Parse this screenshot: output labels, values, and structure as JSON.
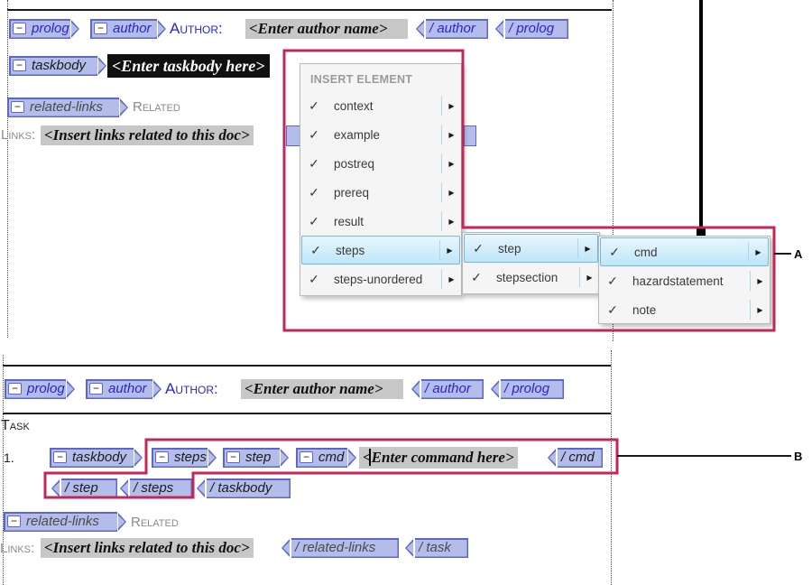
{
  "icons": {
    "check": "✓",
    "submenu_arrow": "▶",
    "collapse_minus": "−"
  },
  "callouts": {
    "a": "A",
    "b": "B"
  },
  "colors": {
    "annotation_pink": "#c12859",
    "tag_fill": "#b4bde9",
    "tag_border": "#5d66c9",
    "menu_highlight_border": "#76b6e0",
    "selected_text_bg": "#101010",
    "placeholder_bg": "#c7c7c7",
    "author_blue": "#2727cc"
  },
  "menus": {
    "insert_element": {
      "title": "INSERT ELEMENT",
      "items": [
        {
          "label": "context",
          "checked": true,
          "highlighted": false
        },
        {
          "label": "example",
          "checked": true,
          "highlighted": false
        },
        {
          "label": "postreq",
          "checked": true,
          "highlighted": false
        },
        {
          "label": "prereq",
          "checked": true,
          "highlighted": false
        },
        {
          "label": "result",
          "checked": true,
          "highlighted": false
        },
        {
          "label": "steps",
          "checked": true,
          "highlighted": true
        },
        {
          "label": "steps-unordered",
          "checked": true,
          "highlighted": false
        }
      ]
    },
    "steps_submenu": {
      "items": [
        {
          "label": "step",
          "checked": true,
          "highlighted": true
        },
        {
          "label": "stepsection",
          "checked": true,
          "highlighted": false
        }
      ]
    },
    "step_submenu": {
      "items": [
        {
          "label": "cmd",
          "checked": true,
          "highlighted": true
        },
        {
          "label": "hazardstatement",
          "checked": true,
          "highlighted": false
        },
        {
          "label": "note",
          "checked": true,
          "highlighted": false
        }
      ]
    }
  },
  "doc_top": {
    "author_row": {
      "open_tags": [
        "prolog",
        "author"
      ],
      "field_label": "Author:",
      "placeholder": "<Enter author name>",
      "close_tags": [
        "/ author",
        "/ prolog"
      ]
    },
    "taskbody_row": {
      "open_tag": "taskbody",
      "selected_text": "<Enter taskbody here>"
    },
    "related_row": {
      "open_tag": "related-links",
      "text_start": "Related"
    },
    "links_row": {
      "text_end": "Links:",
      "placeholder": "<Insert links related to this doc>"
    }
  },
  "doc_bottom": {
    "author_row": {
      "open_tags": [
        "prolog",
        "author"
      ],
      "field_label": "Author:",
      "placeholder": "<Enter author name>",
      "close_tags": [
        "/ author",
        "/ prolog"
      ]
    },
    "task_heading": "Task",
    "step_number": "1.",
    "step_row": {
      "open_tags": [
        "taskbody",
        "steps",
        "step",
        "cmd"
      ],
      "placeholder": "<Enter command here>",
      "close_tag": "/ cmd"
    },
    "close_row": {
      "close_tags": [
        "/ step",
        "/ steps",
        "/ taskbody"
      ]
    },
    "related_row": {
      "open_tag": "related-links",
      "text_start": "Related"
    },
    "links_row": {
      "text_end": "Links:",
      "placeholder": "<Insert links related to this doc>",
      "close_tags": [
        "/ related-links",
        "/ task"
      ]
    }
  }
}
